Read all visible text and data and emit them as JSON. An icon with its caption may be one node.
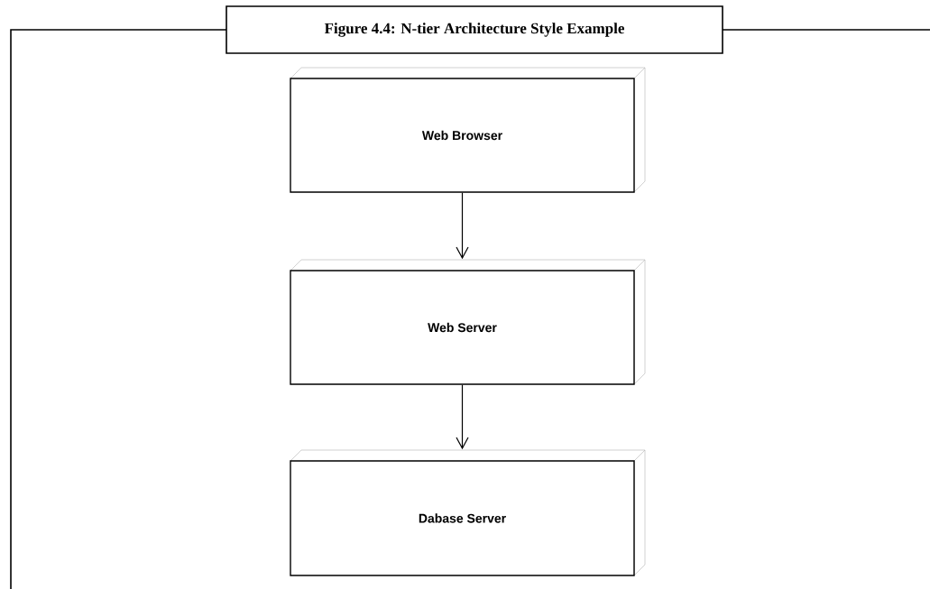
{
  "diagram": {
    "title": "Figure 4.4: N-tier Architecture Style Example",
    "nodes": [
      {
        "text": [
          "Web Browser"
        ]
      },
      {
        "text": [
          "Web Server"
        ]
      },
      {
        "text": [
          "Dabase Server"
        ]
      }
    ],
    "edges": [
      {
        "from": 0,
        "to": 1,
        "arrow": "to"
      },
      {
        "from": 1,
        "to": 2,
        "arrow": "to"
      }
    ]
  }
}
